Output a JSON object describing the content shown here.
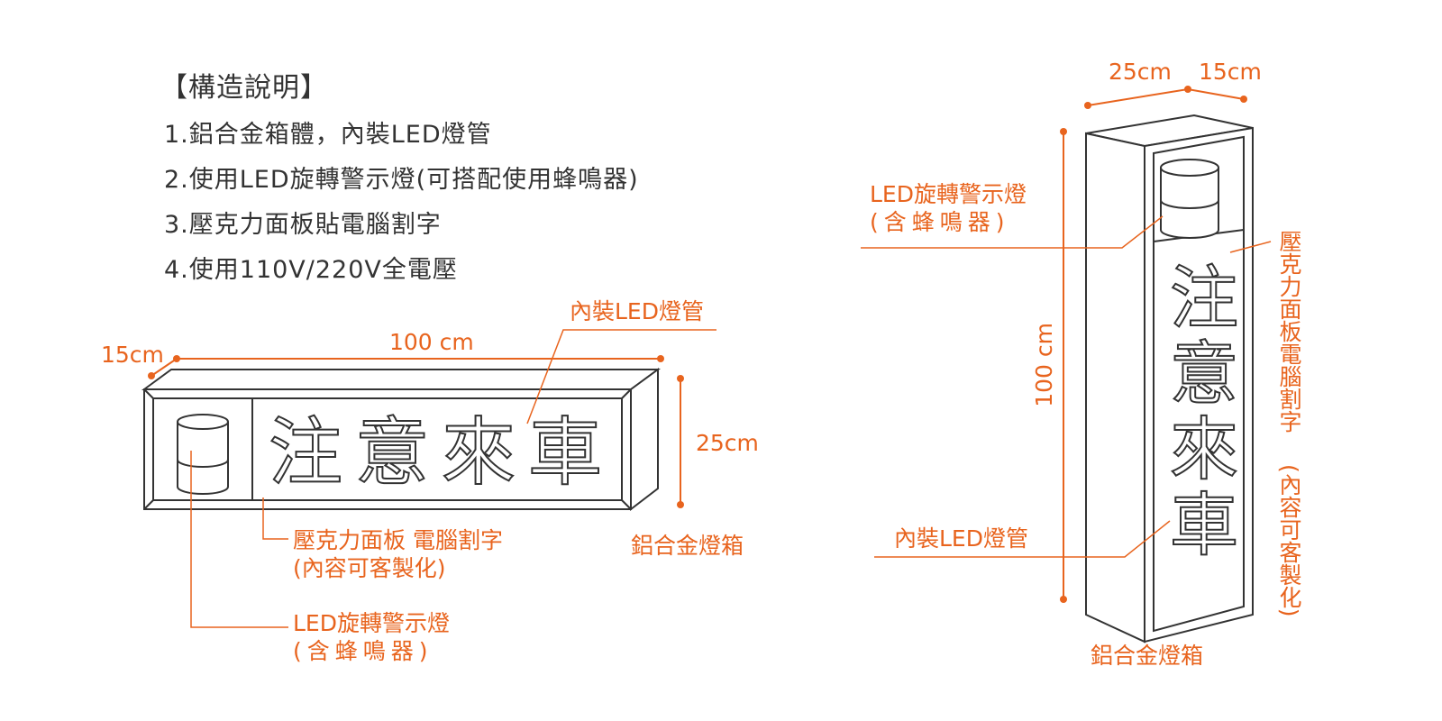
{
  "colors": {
    "accent": "#e8641e",
    "ink": "#333333"
  },
  "structure": {
    "heading": "【構造說明】",
    "items": [
      "1.鋁合金箱體，內裝LED燈管",
      "2.使用LED旋轉警示燈(可搭配使用蜂鳴器)",
      "3.壓克力面板貼電腦割字",
      "4.使用110V/220V全電壓"
    ]
  },
  "horizontal_sign": {
    "depth": "15cm",
    "width": "100 cm",
    "height": "25cm",
    "text": "注意來車",
    "label_led_tube": "內裝LED燈管",
    "label_panel_line1": "壓克力面板 電腦割字",
    "label_panel_line2": "(內容可客製化)",
    "label_light_line1": "LED旋轉警示燈",
    "label_light_line2": "(含蜂鳴器)",
    "label_box": "鋁合金燈箱"
  },
  "vertical_sign": {
    "width": "25cm",
    "depth": "15cm",
    "height": "100 cm",
    "text": "注意來車",
    "label_light_line1": "LED旋轉警示燈",
    "label_light_line2": "(含蜂鳴器)",
    "label_panel": "壓克力面板電腦割字",
    "label_panel_custom": "(內容可客製化)",
    "label_led_tube": "內裝LED燈管",
    "label_box": "鋁合金燈箱"
  }
}
